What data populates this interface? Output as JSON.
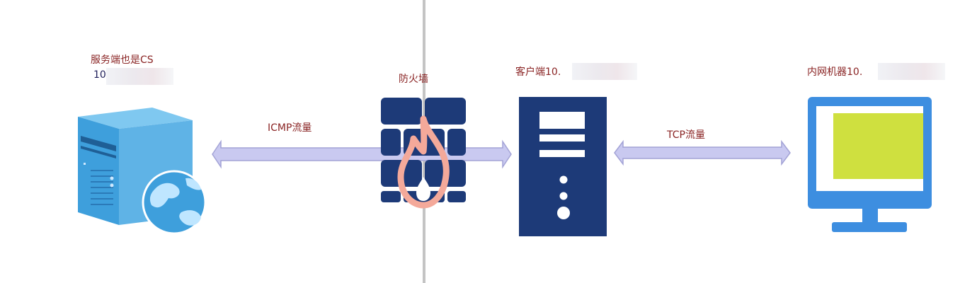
{
  "nodes": {
    "server": {
      "label": "服务端也是CS",
      "ip": "10."
    },
    "firewall": {
      "label": "防火墙"
    },
    "client": {
      "label": "客户端10."
    },
    "intranet": {
      "label": "内网机器10."
    }
  },
  "links": {
    "icmp": {
      "label": "ICMP流量"
    },
    "tcp": {
      "label": "TCP流量"
    }
  },
  "colors": {
    "label_text": "#8a2424",
    "arrow_fill": "#c9c9f0",
    "arrow_stroke": "#a3a3d6",
    "firewall_brick": "#1d3a78",
    "flame": "#f4a99a",
    "client_box": "#1d3a78",
    "monitor_frame": "#3d8ee0",
    "monitor_screen": "#cfe03f",
    "server_body": "#3e9fdc"
  },
  "icons": {
    "server": "server-with-globe-icon",
    "firewall": "firewall-icon",
    "client": "tower-pc-icon",
    "intranet": "monitor-icon"
  }
}
